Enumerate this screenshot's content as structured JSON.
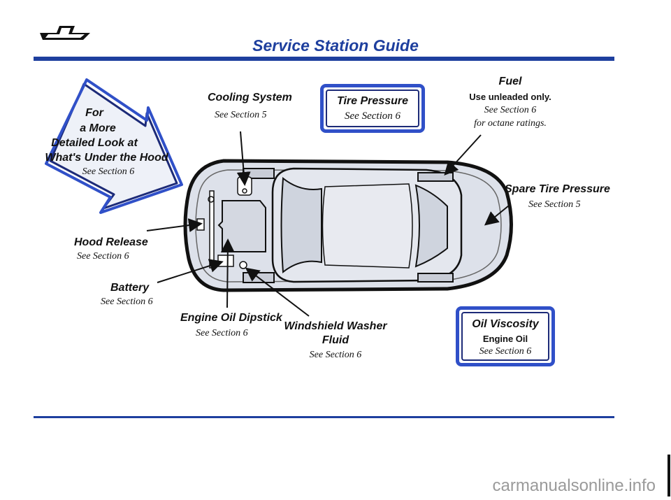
{
  "header": {
    "title": "Service Station Guide",
    "logo": "bowtie-logo"
  },
  "callout_arrow": {
    "line1": "For",
    "line2": "a More",
    "line3": "Detailed Look at",
    "line4": "What's Under the Hood",
    "ref": "See Section 6"
  },
  "labels": {
    "cooling": {
      "title": "Cooling System",
      "ref": "See Section 5"
    },
    "fuel": {
      "title": "Fuel",
      "sub": "Use unleaded only.",
      "ref1": "See Section 6",
      "ref2": "for octane ratings."
    },
    "spare": {
      "title": "Spare Tire Pressure",
      "ref": "See Section 5"
    },
    "hood": {
      "title": "Hood Release",
      "ref": "See Section 6"
    },
    "battery": {
      "title": "Battery",
      "ref": "See Section 6"
    },
    "dipstick": {
      "title": "Engine Oil Dipstick",
      "ref": "See Section 6"
    },
    "washer": {
      "title1": "Windshield Washer",
      "title2": "Fluid",
      "ref": "See Section 6"
    }
  },
  "boxes": {
    "tire": {
      "title": "Tire Pressure",
      "ref": "See Section 6"
    },
    "oil": {
      "title": "Oil Viscosity",
      "sub": "Engine Oil",
      "ref": "See Section 6"
    }
  },
  "footer": {
    "watermark": "carmanualsonline.info"
  },
  "colors": {
    "accent": "#1e3f9e",
    "car_fill": "#dde1ea"
  }
}
